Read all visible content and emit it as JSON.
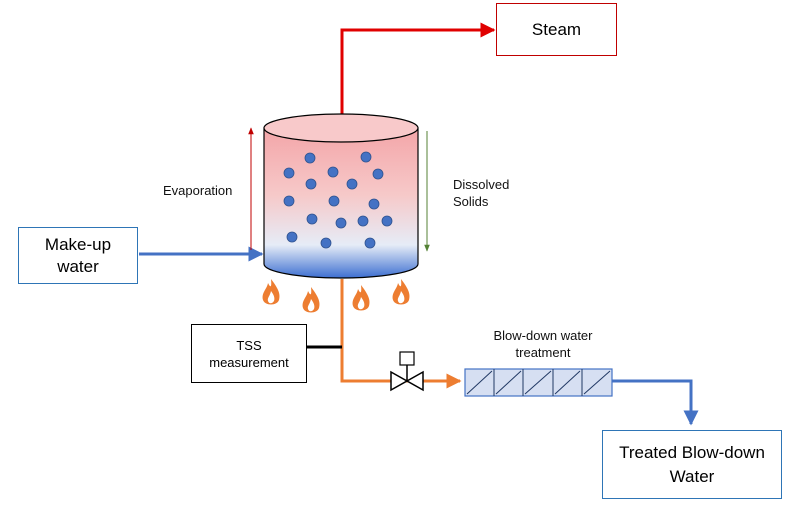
{
  "labels": {
    "steam": "Steam",
    "makeup": "Make-up\nwater",
    "evaporation": "Evaporation",
    "dissolved_solids": "Dissolved\nSolids",
    "tss": "TSS\nmeasurement",
    "blowdown_treatment": "Blow-down water\ntreatment",
    "treated": "Treated Blow-down\nWater"
  },
  "colors": {
    "steam_line": "#e00000",
    "makeup_line": "#4472c4",
    "blowdown_line": "#ed7d31",
    "evaporation_arrow": "#c00000",
    "dissolved_arrow": "#548235",
    "particle": "#4472c4",
    "flame_outer": "#ed7d31",
    "filter_fill": "#d6dff2"
  },
  "icons": [
    "flame-icon",
    "control-valve-icon",
    "filter-unit-icon"
  ]
}
